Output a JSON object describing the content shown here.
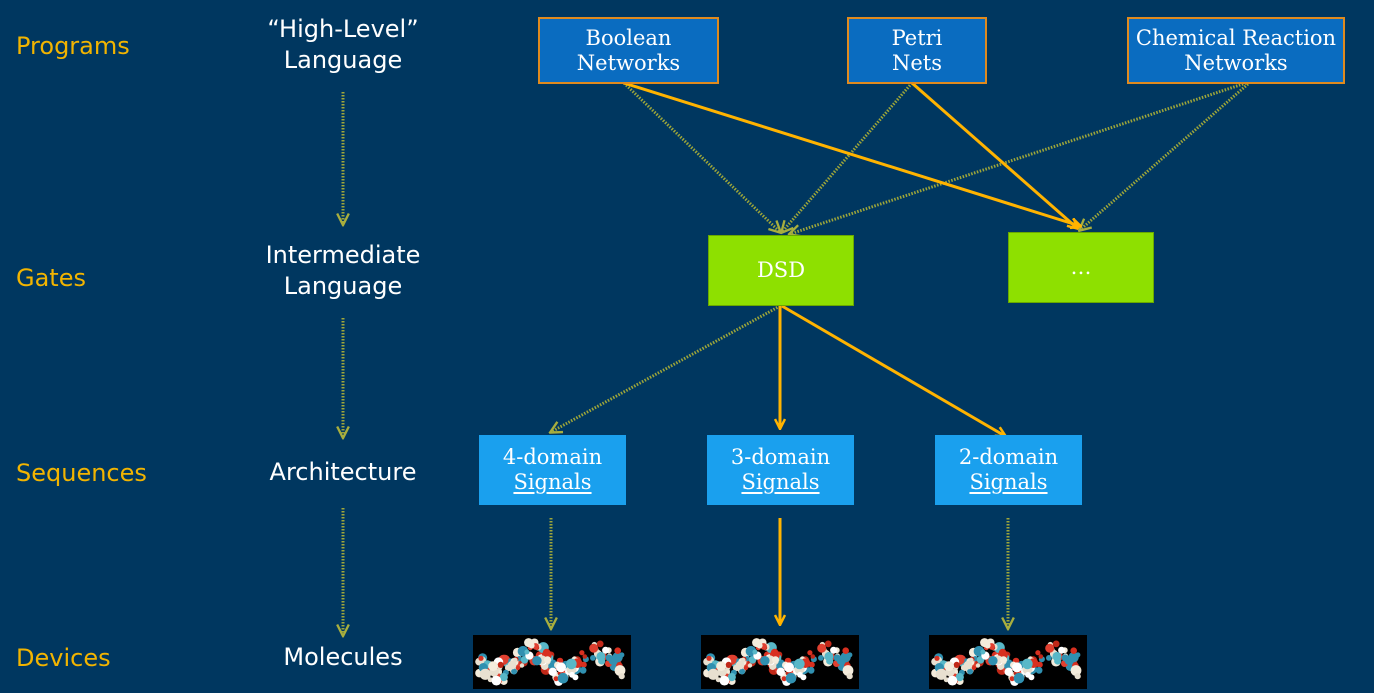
{
  "rows": [
    {
      "label": "Programs",
      "layer": [
        "“High-Level”",
        "Language"
      ]
    },
    {
      "label": "Gates",
      "layer": [
        "Intermediate",
        "Language"
      ]
    },
    {
      "label": "Sequences",
      "layer": [
        "Architecture"
      ]
    },
    {
      "label": "Devices",
      "layer": [
        "Molecules"
      ]
    }
  ],
  "programs": [
    [
      "Boolean",
      "Networks"
    ],
    [
      "Petri",
      "Nets"
    ],
    [
      "Chemical Reaction",
      "Networks"
    ]
  ],
  "gates": [
    "DSD",
    "…"
  ],
  "architectures": [
    [
      "4-domain",
      "Signals"
    ],
    [
      "3-domain",
      "Signals"
    ],
    [
      "2-domain",
      "Signals"
    ]
  ],
  "colors": {
    "background": "#003760",
    "row_label": "#f2b400",
    "program_box": "#0a6cc0",
    "program_border": "#e08a1e",
    "gate_box": "#8ee000",
    "architecture_box": "#1aa0ee",
    "arrow_solid": "#ffb300",
    "arrow_hatched": "#9ea63a"
  },
  "icons": [
    "dna-molecule-icon",
    "dna-molecule-icon",
    "dna-molecule-icon"
  ]
}
